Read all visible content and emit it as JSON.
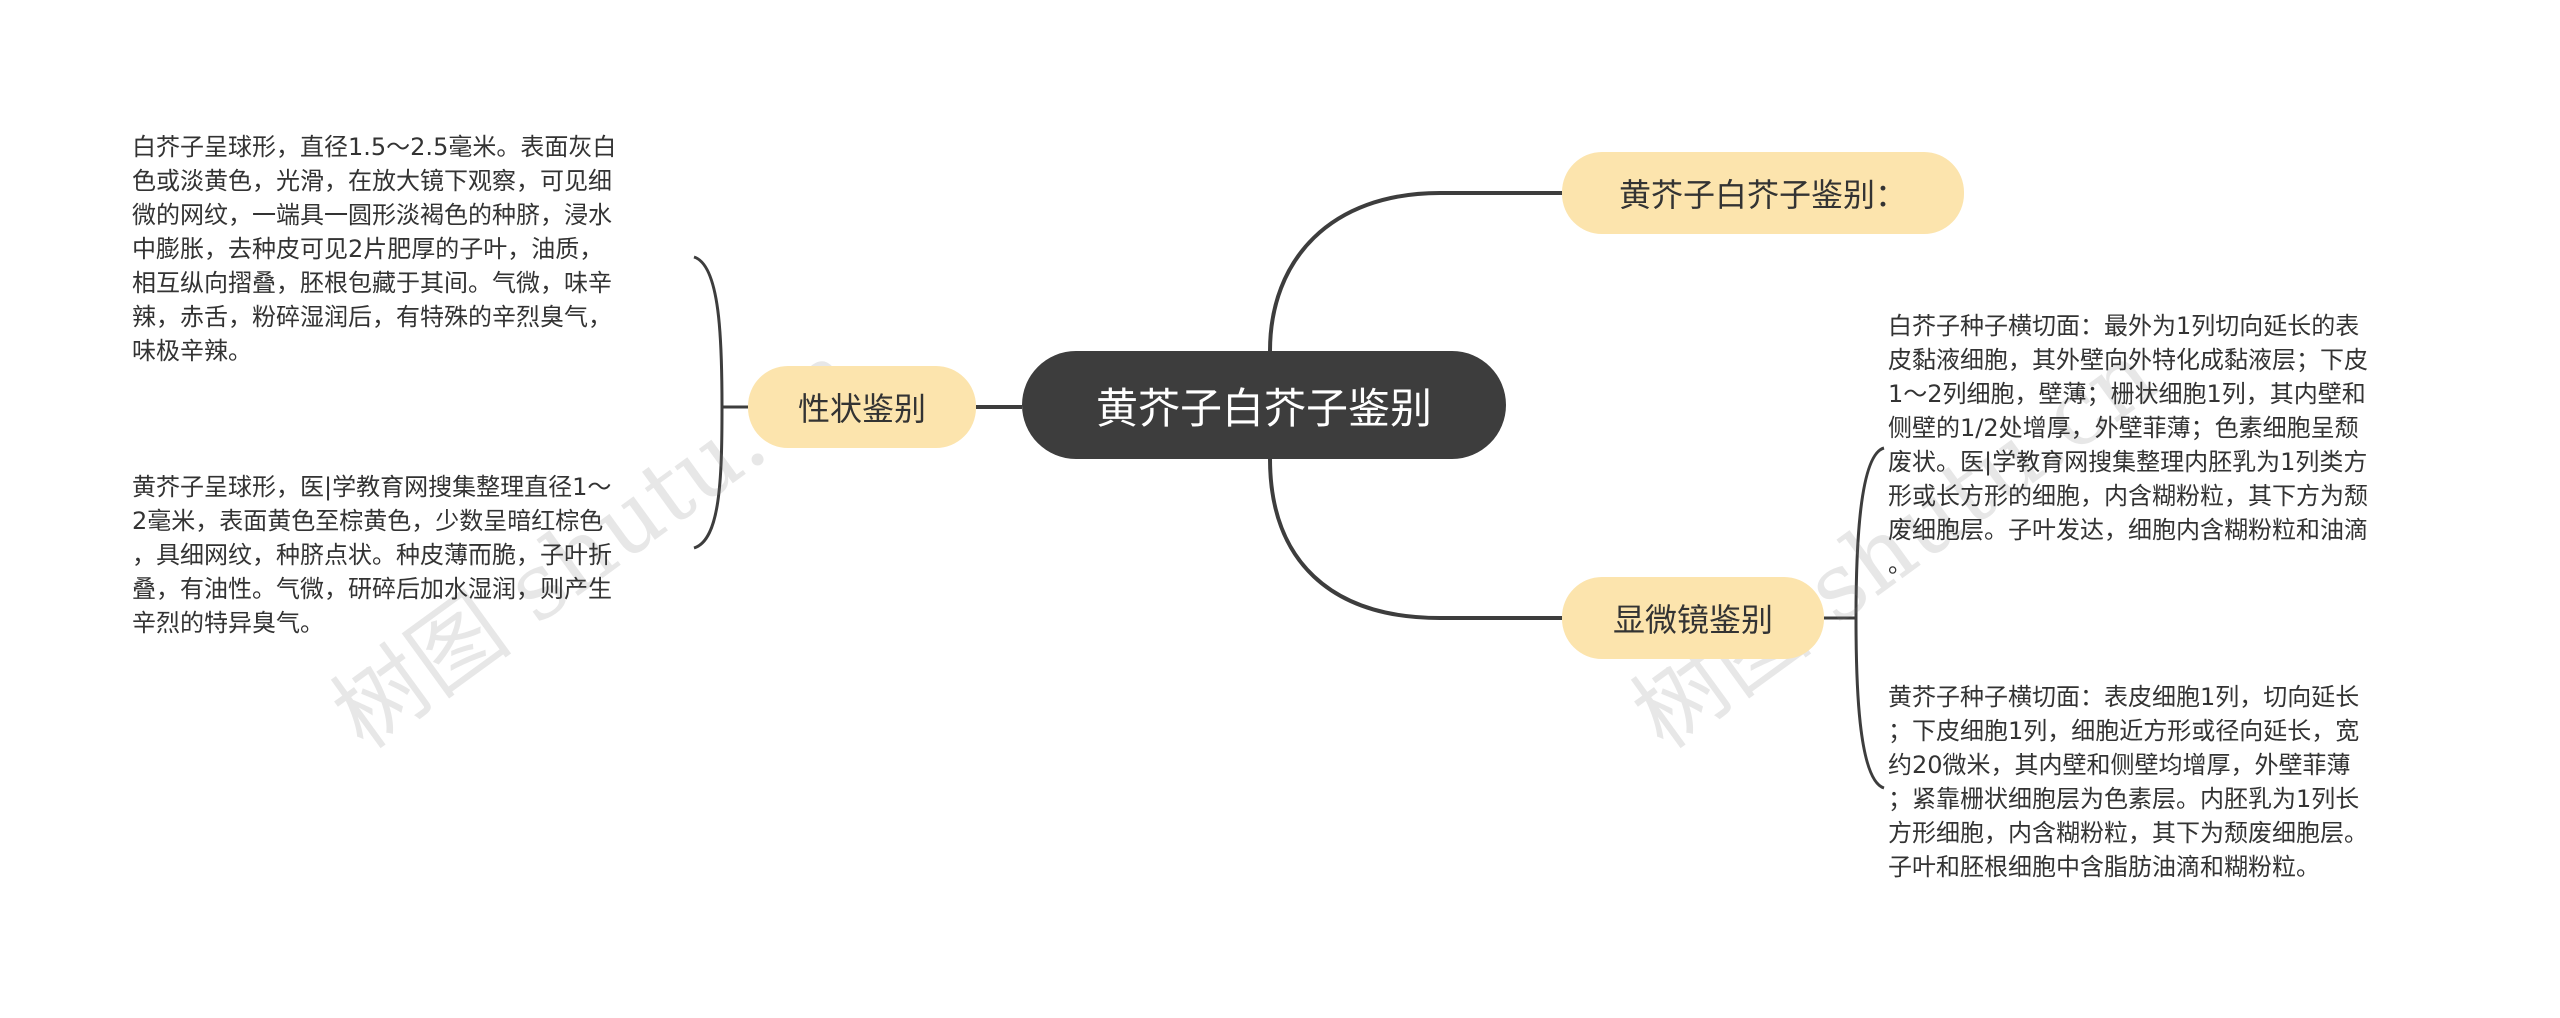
{
  "root": {
    "label": "黄芥子白芥子鉴别"
  },
  "topics": {
    "right_top": {
      "label": "黄芥子白芥子鉴别："
    },
    "right_bottom": {
      "label": "显微镜鉴别"
    },
    "left": {
      "label": "性状鉴别"
    }
  },
  "leaves": {
    "left_1": "白芥子呈球形，直径1.5～2.5毫米。表面灰白\n色或淡黄色，光滑，在放大镜下观察，可见细\n微的网纹，一端具一圆形淡褐色的种脐，浸水\n中膨胀，去种皮可见2片肥厚的子叶，油质，\n相互纵向摺叠，胚根包藏于其间。气微，味辛\n辣，赤舌，粉碎湿润后，有特殊的辛烈臭气，\n味极辛辣。",
    "left_2": "黄芥子呈球形，医|学教育网搜集整理直径1～\n2毫米，表面黄色至棕黄色，少数呈暗红棕色\n，具细网纹，种脐点状。种皮薄而脆，子叶折\n叠，有油性。气微，研碎后加水湿润，则产生\n辛烈的特异臭气。",
    "right_1": "白芥子种子横切面：最外为1列切向延长的表\n皮黏液细胞，其外壁向外特化成黏液层；下皮\n1～2列细胞，壁薄；栅状细胞1列，其内壁和\n侧壁的1/2处增厚，外壁菲薄；色素细胞呈颓\n废状。医|学教育网搜集整理内胚乳为1列类方\n形或长方形的细胞，内含糊粉粒，其下方为颓\n废细胞层。子叶发达，细胞内含糊粉粒和油滴\n。",
    "right_2": "黄芥子种子横切面：表皮细胞1列，切向延长\n；下皮细胞1列，细胞近方形或径向延长，宽\n约20微米，其内壁和侧壁均增厚，外壁菲薄\n；紧靠栅状细胞层为色素层。内胚乳为1列长\n方形细胞，内含糊粉粒，其下为颓废细胞层。\n子叶和胚根细胞中含脂肪油滴和糊粉粒。"
  },
  "watermarks": [
    "树图 shutu.cn",
    "树图 shutu.cn"
  ],
  "colors": {
    "root_bg": "#3d3d3d",
    "topic_bg": "#fce4ad",
    "line": "#3d3d3d",
    "text": "#333333"
  }
}
